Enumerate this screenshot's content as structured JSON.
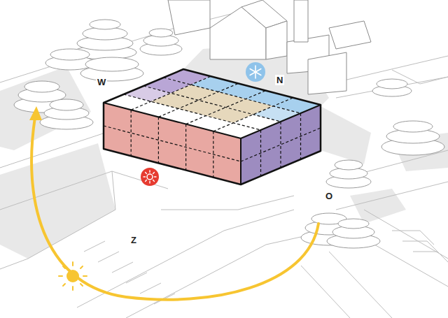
{
  "diagram": {
    "labels": [
      "W",
      "N",
      "O",
      "Z"
    ]
  }
}
